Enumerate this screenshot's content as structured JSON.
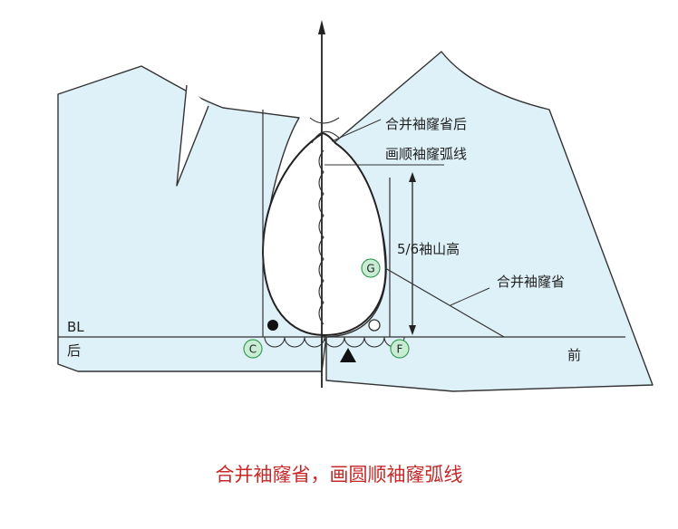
{
  "diagram": {
    "labels": {
      "merge_dart_after": "合并袖窿省后",
      "smooth_armhole_curve": "画顺袖窿弧线",
      "sleeve_cap_height": "5/6袖山高",
      "merge_armhole_dart": "合并袖窿省",
      "bl": "BL",
      "back": "后",
      "front": "前"
    },
    "points": {
      "c": "C",
      "f": "F",
      "g": "G"
    },
    "caption": "合并袖窿省，画圆顺袖窿弧线",
    "colors": {
      "fabric": "#dff1f8",
      "outline": "#333333",
      "marker_fill": "#c8ecd4",
      "marker_stroke": "#3aa05a",
      "caption": "#c62828"
    }
  }
}
